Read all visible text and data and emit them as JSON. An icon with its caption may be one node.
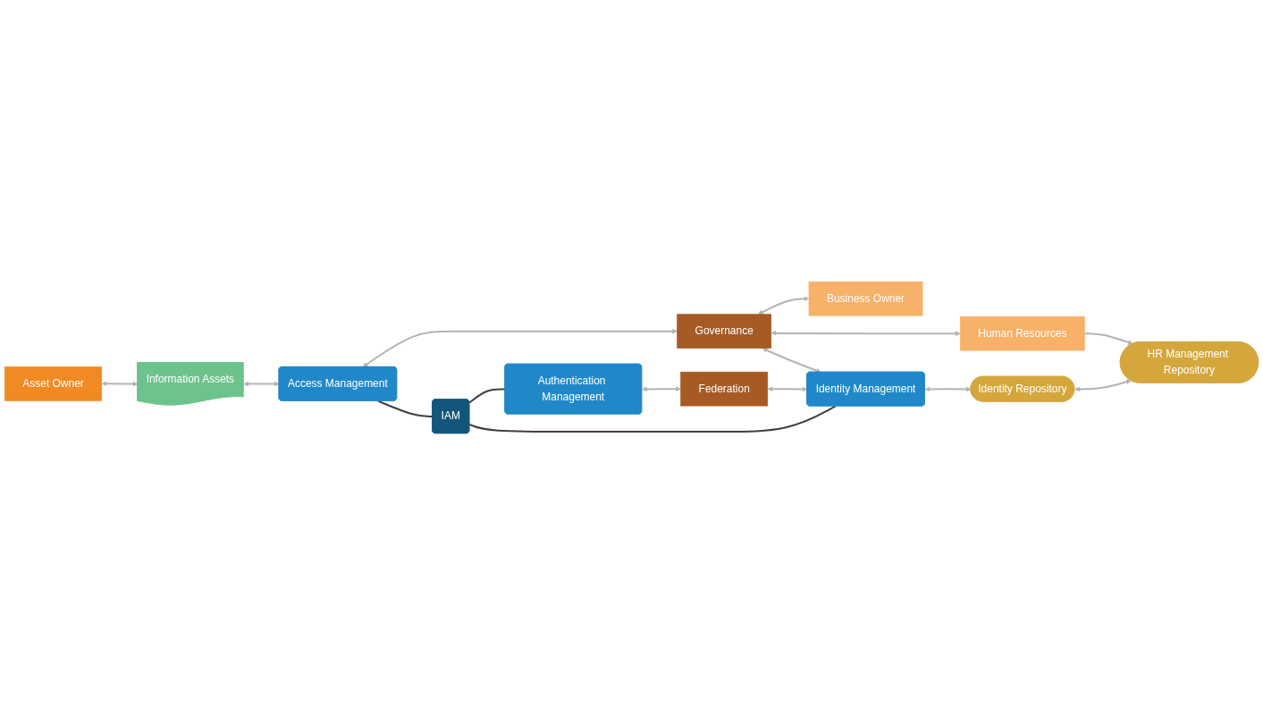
{
  "diagram": {
    "nodes": [
      {
        "text": [
          "Asset Owner"
        ]
      },
      {
        "text": [
          "Information Assets"
        ]
      },
      {
        "text": [
          "Access Management"
        ]
      },
      {
        "text": [
          "Governance"
        ]
      },
      {
        "text": [
          "Business Owner"
        ]
      },
      {
        "text": [
          "Human Resources"
        ]
      },
      {
        "text": [
          "HR Management Repository"
        ]
      },
      {
        "text": [
          "IAM"
        ]
      },
      {
        "text": [
          "Authentication Management"
        ]
      },
      {
        "text": [
          "Identity Management"
        ]
      },
      {
        "text": [
          "Identity Repository"
        ]
      },
      {
        "text": [
          "Federation"
        ]
      }
    ],
    "edges": [
      {
        "from": 0,
        "to": 1,
        "arrow": "both"
      },
      {
        "from": 1,
        "to": 2,
        "arrow": "both"
      },
      {
        "from": 2,
        "to": 3,
        "arrow": "both"
      },
      {
        "from": 3,
        "to": 4,
        "arrow": "both"
      },
      {
        "from": 3,
        "to": 5,
        "arrow": "both"
      },
      {
        "from": 5,
        "to": 6,
        "arrow": "to"
      },
      {
        "from": 2,
        "to": 7,
        "arrow": "none",
        "color": "#404040"
      },
      {
        "from": 7,
        "to": 8,
        "arrow": "none",
        "color": "#404040"
      },
      {
        "from": 7,
        "to": 9,
        "arrow": "none",
        "color": "#404040"
      },
      {
        "from": 3,
        "to": 9,
        "arrow": "both"
      },
      {
        "from": 9,
        "to": 10,
        "arrow": "both"
      },
      {
        "from": 10,
        "to": 6,
        "arrow": "both"
      },
      {
        "from": 8,
        "to": 11,
        "arrow": "both"
      },
      {
        "from": 11,
        "to": 9,
        "arrow": "both"
      }
    ]
  }
}
